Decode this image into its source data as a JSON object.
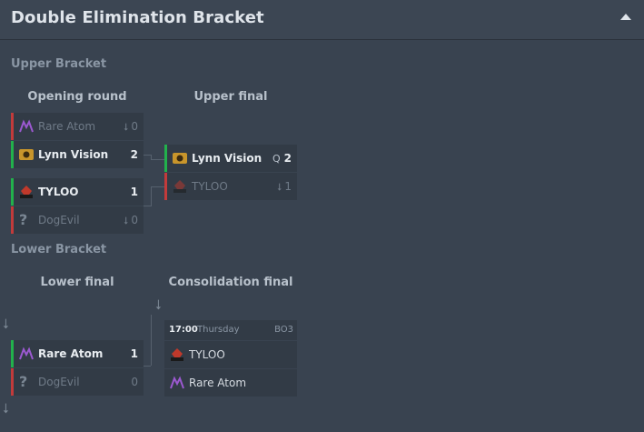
{
  "header": {
    "title": "Double Elimination Bracket"
  },
  "upper": {
    "label": "Upper Bracket",
    "cols": {
      "opening": "Opening round",
      "final": "Upper final"
    },
    "m1": {
      "t1": {
        "name": "Rare Atom",
        "score": "0"
      },
      "t2": {
        "name": "Lynn Vision",
        "score": "2"
      }
    },
    "m2": {
      "t1": {
        "name": "TYLOO",
        "score": "1"
      },
      "t2": {
        "name": "DogEvil",
        "score": "0"
      }
    },
    "m3": {
      "t1": {
        "name": "Lynn Vision",
        "score": "2",
        "q": "Q"
      },
      "t2": {
        "name": "TYLOO",
        "score": "1"
      }
    }
  },
  "lower": {
    "label": "Lower Bracket",
    "cols": {
      "final": "Lower final",
      "consolation": "Consolidation final"
    },
    "m1": {
      "t1": {
        "name": "Rare Atom",
        "score": "1"
      },
      "t2": {
        "name": "DogEvil",
        "score": "0"
      }
    },
    "m2": {
      "time": "17:00",
      "day": "Thursday",
      "format": "BO3",
      "t1": {
        "name": "TYLOO"
      },
      "t2": {
        "name": "Rare Atom"
      }
    }
  },
  "icons": {
    "loss": "down-arrow",
    "qualified": "Q",
    "unknown": "?"
  },
  "colors": {
    "win": "#22b14c",
    "lose": "#c23b3b"
  }
}
